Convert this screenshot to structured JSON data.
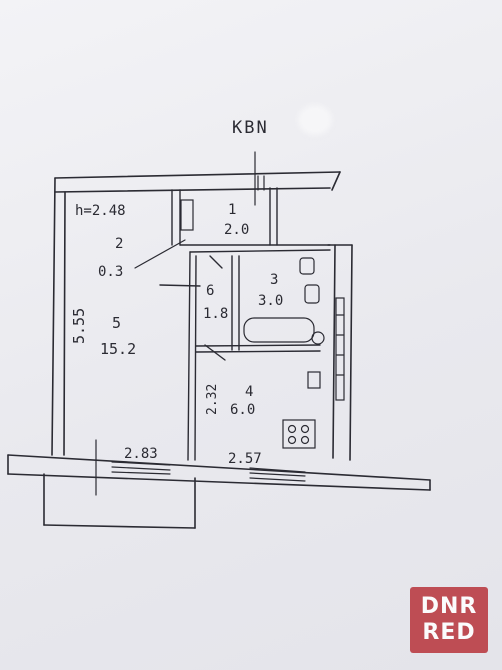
{
  "plan": {
    "apartment_label": "КВN",
    "ceiling_height": "h=2.48"
  },
  "rooms": [
    {
      "id": "1",
      "number": "1",
      "area": "2.0"
    },
    {
      "id": "2",
      "number": "2",
      "area": "0.3"
    },
    {
      "id": "3",
      "number": "3",
      "area": "3.0"
    },
    {
      "id": "4",
      "number": "4",
      "area": "6.0"
    },
    {
      "id": "5",
      "number": "5",
      "area": "15.2"
    },
    {
      "id": "6",
      "number": "6",
      "area": "1.8"
    }
  ],
  "dimensions": {
    "left_height": "5.55",
    "bottom_left": "2.83",
    "bottom_right": "2.57",
    "kitchen_side": "2.32"
  },
  "watermark": {
    "line1": "DNR",
    "line2": "RED"
  },
  "colors": {
    "ink": "#2b2b33",
    "watermark": "#b8333a"
  }
}
